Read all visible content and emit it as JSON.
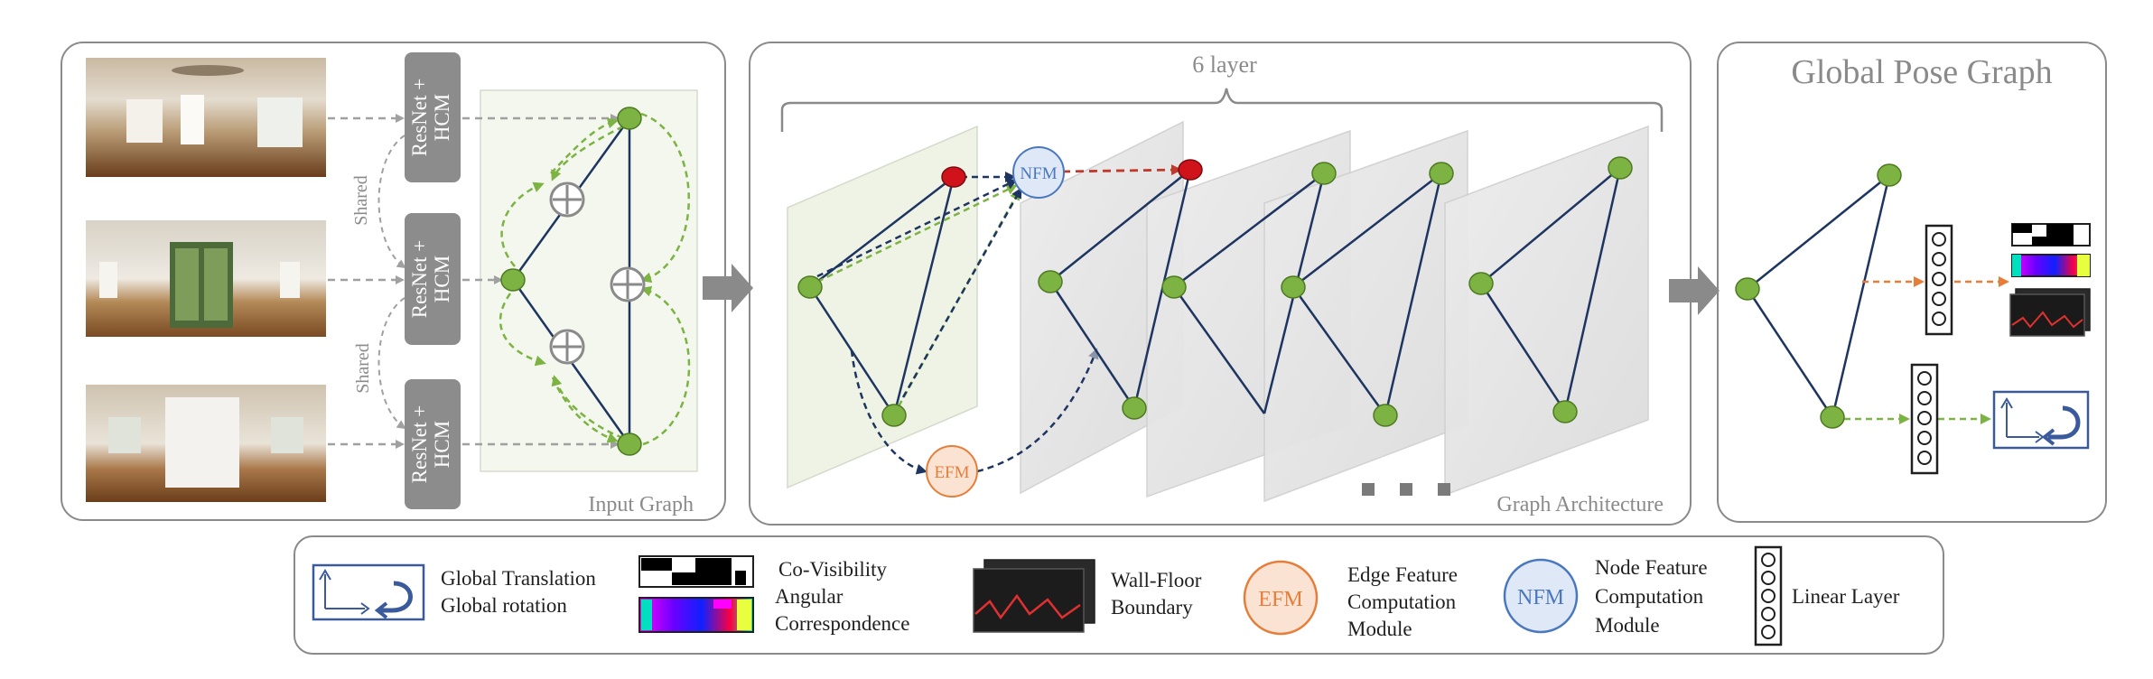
{
  "input_panel": {
    "label": "Input Graph",
    "shared_label": "Shared",
    "encoder_label_line1": "ResNet +",
    "encoder_label_line2": "HCM"
  },
  "architecture_panel": {
    "layer_count_label": "6 layer",
    "label": "Graph Architecture",
    "nfm_label": "NFM",
    "efm_label": "EFM"
  },
  "pose_panel": {
    "title": "Global Pose Graph"
  },
  "legend": {
    "translation": "Global Translation",
    "rotation": "Global rotation",
    "covis_line1": "Co-Visibility",
    "covis_line2": "Angular",
    "covis_line3": "Correspondence",
    "wall_line1": "Wall-Floor",
    "wall_line2": "Boundary",
    "efm_badge": "EFM",
    "efm_line1": "Edge Feature",
    "efm_line2": "Computation",
    "efm_line3": "Module",
    "nfm_badge": "NFM",
    "nfm_line1": "Node Feature",
    "nfm_line2": "Computation",
    "nfm_line3": "Module",
    "linear": "Linear Layer"
  },
  "colors": {
    "node_green": "#7cb342",
    "node_red": "#d0121b",
    "edge_navy": "#1e3561",
    "arrow_green": "#7cb342",
    "arrow_red": "#c0392b",
    "arrow_orange": "#e67e3a",
    "efm_fill": "#fbe3d3",
    "efm_stroke": "#e67e3a",
    "nfm_fill": "#dfe8f6",
    "nfm_stroke": "#4a78c0",
    "panel_stroke": "#8a8a8a",
    "encoder_fill": "#8c8c8c"
  }
}
